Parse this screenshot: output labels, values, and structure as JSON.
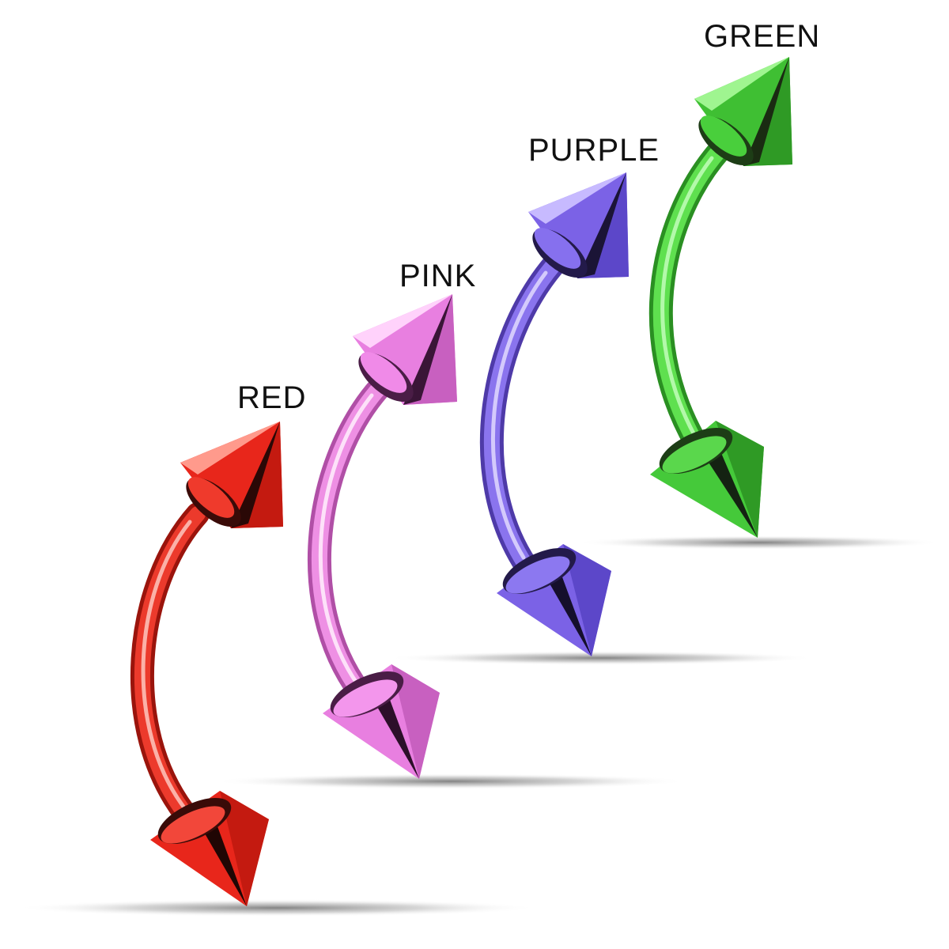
{
  "variants": [
    {
      "key": "red",
      "label": "RED",
      "color": "#e8261b"
    },
    {
      "key": "pink",
      "label": "PINK",
      "color": "#e87fe0"
    },
    {
      "key": "purple",
      "label": "PURPLE",
      "color": "#7b62e6"
    },
    {
      "key": "green",
      "label": "GREEN",
      "color": "#45c93a"
    }
  ]
}
